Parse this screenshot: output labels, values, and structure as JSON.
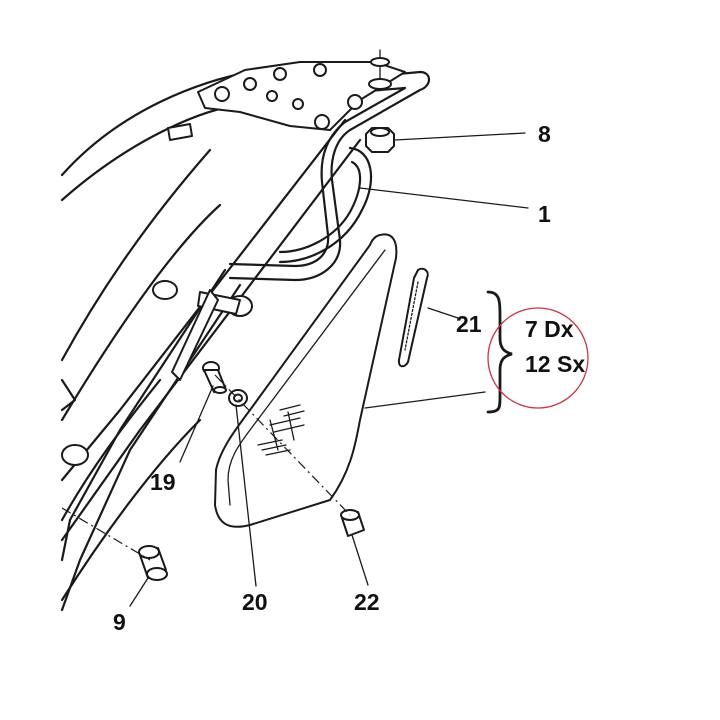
{
  "callouts": {
    "c1": "1",
    "c8": "8",
    "c9": "9",
    "c19": "19",
    "c20": "20",
    "c21": "21",
    "c22": "22"
  },
  "variants": {
    "right": "7 Dx",
    "left": "12 Sx"
  },
  "colors": {
    "line": "#1a1a1a",
    "highlight_circle": "#cc3344"
  }
}
